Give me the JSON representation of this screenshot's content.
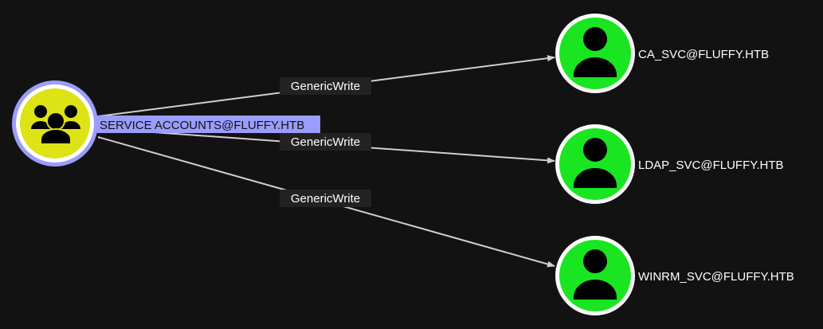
{
  "source": {
    "label": "SERVICE ACCOUNTS@FLUFFY.HTB",
    "icon": "group-icon",
    "fill": "#dde314",
    "ring": "#9b9dfd",
    "selected": true
  },
  "targets": [
    {
      "label": "CA_SVC@FLUFFY.HTB",
      "icon": "user-icon",
      "fill": "#19e620"
    },
    {
      "label": "LDAP_SVC@FLUFFY.HTB",
      "icon": "user-icon",
      "fill": "#19e620"
    },
    {
      "label": "WINRM_SVC@FLUFFY.HTB",
      "icon": "user-icon",
      "fill": "#19e620"
    }
  ],
  "edges": [
    {
      "label": "GenericWrite",
      "to": 0
    },
    {
      "label": "GenericWrite",
      "to": 1
    },
    {
      "label": "GenericWrite",
      "to": 2
    }
  ]
}
